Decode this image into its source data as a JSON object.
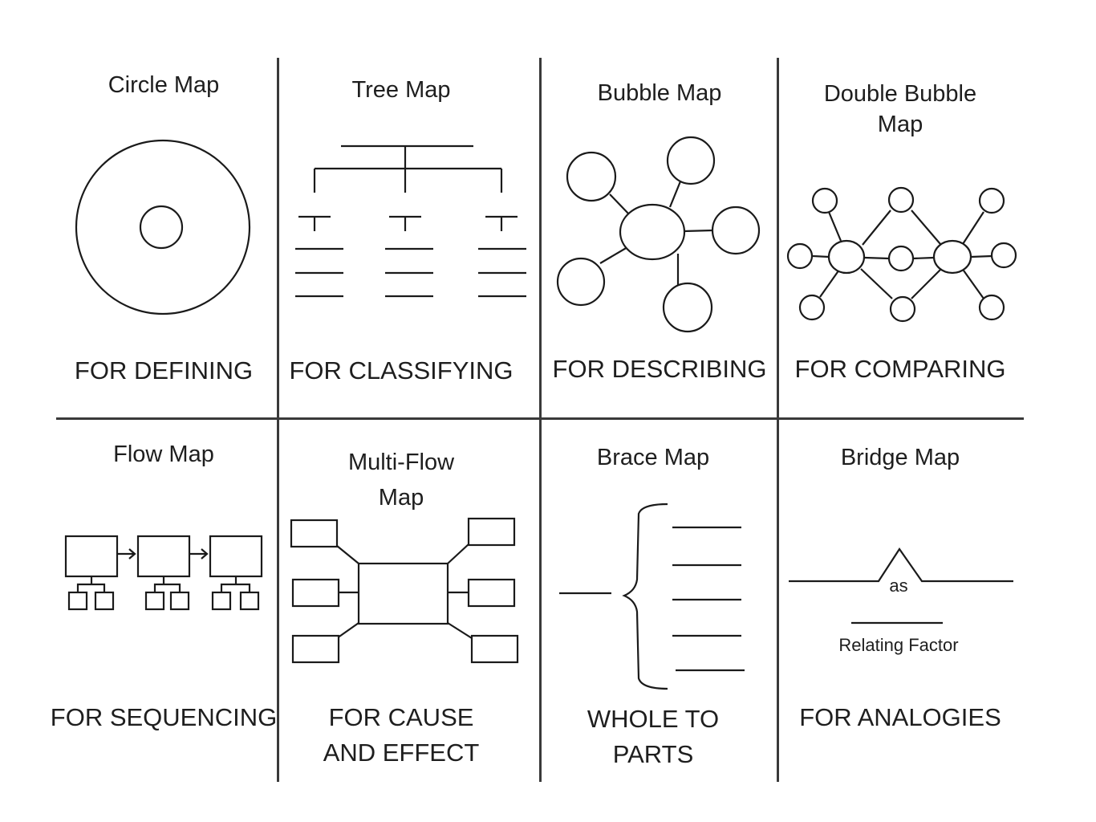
{
  "maps": [
    {
      "id": "circle",
      "title_lines": [
        "Circle Map"
      ],
      "purpose_lines": [
        "FOR  DEFINING"
      ]
    },
    {
      "id": "tree",
      "title_lines": [
        "Tree Map"
      ],
      "purpose_lines": [
        "FOR CLASSIFYING"
      ]
    },
    {
      "id": "bubble",
      "title_lines": [
        "Bubble Map"
      ],
      "purpose_lines": [
        "FOR DESCRIBING"
      ]
    },
    {
      "id": "double-bubble",
      "title_lines": [
        "Double Bubble",
        "Map"
      ],
      "purpose_lines": [
        "FOR COMPARING"
      ]
    },
    {
      "id": "flow",
      "title_lines": [
        "Flow Map"
      ],
      "purpose_lines": [
        "FOR SEQUENCING"
      ]
    },
    {
      "id": "multi-flow",
      "title_lines": [
        "Multi-Flow",
        "Map"
      ],
      "purpose_lines": [
        "FOR CAUSE",
        "AND  EFFECT"
      ]
    },
    {
      "id": "brace",
      "title_lines": [
        "Brace Map"
      ],
      "purpose_lines": [
        "WHOLE TO",
        "PARTS"
      ]
    },
    {
      "id": "bridge",
      "title_lines": [
        "Bridge Map"
      ],
      "purpose_lines": [
        "FOR ANALOGIES"
      ]
    }
  ],
  "bridge_labels": {
    "as": "as",
    "relating_factor": "Relating Factor"
  }
}
